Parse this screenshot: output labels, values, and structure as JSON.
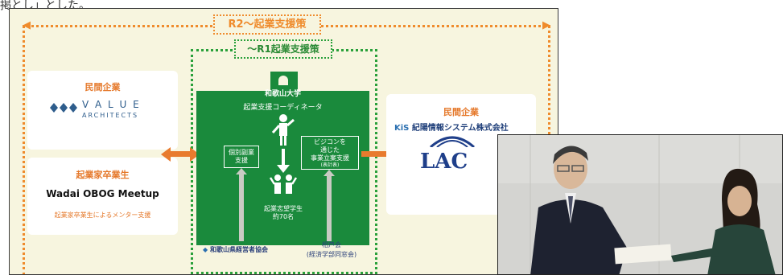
{
  "top_snippet": "掲とし」とした。",
  "diagram": {
    "r2_label": "R2〜起業支援策",
    "r1_label": "〜R1起業支援策",
    "left_top_card": {
      "title": "民間企業",
      "logo_word": "V A L U E",
      "logo_sub": "ARCHITECTS"
    },
    "left_bottom_card": {
      "title": "起業家卒業生",
      "headline": "Wadai OBOG Meetup",
      "caption": "起業家卒業生によるメンター支援"
    },
    "center": {
      "university": "和歌山大学",
      "coordinator": "起業支援コーディネータ",
      "box_left": "個別副業\n支援",
      "box_right_main": "ビジコンを\n通じた\n事業立案支援",
      "box_right_note": "(表計表)",
      "students": "起業志望学生\n約70名",
      "bottom_left": "和歌山県経営者協会",
      "bottom_right_top": "相芦会",
      "bottom_right_sub": "(経済学部同窓会)"
    },
    "right_card": {
      "title": "民間企業",
      "company_mark": "KiS",
      "company": "紀陽情報システム株式会社",
      "logo": "LAC"
    }
  },
  "colors": {
    "orange": "#ef8b2c",
    "green": "#1a8a3c",
    "green_dots": "#29a03a",
    "panel_bg": "#f7f5df"
  }
}
